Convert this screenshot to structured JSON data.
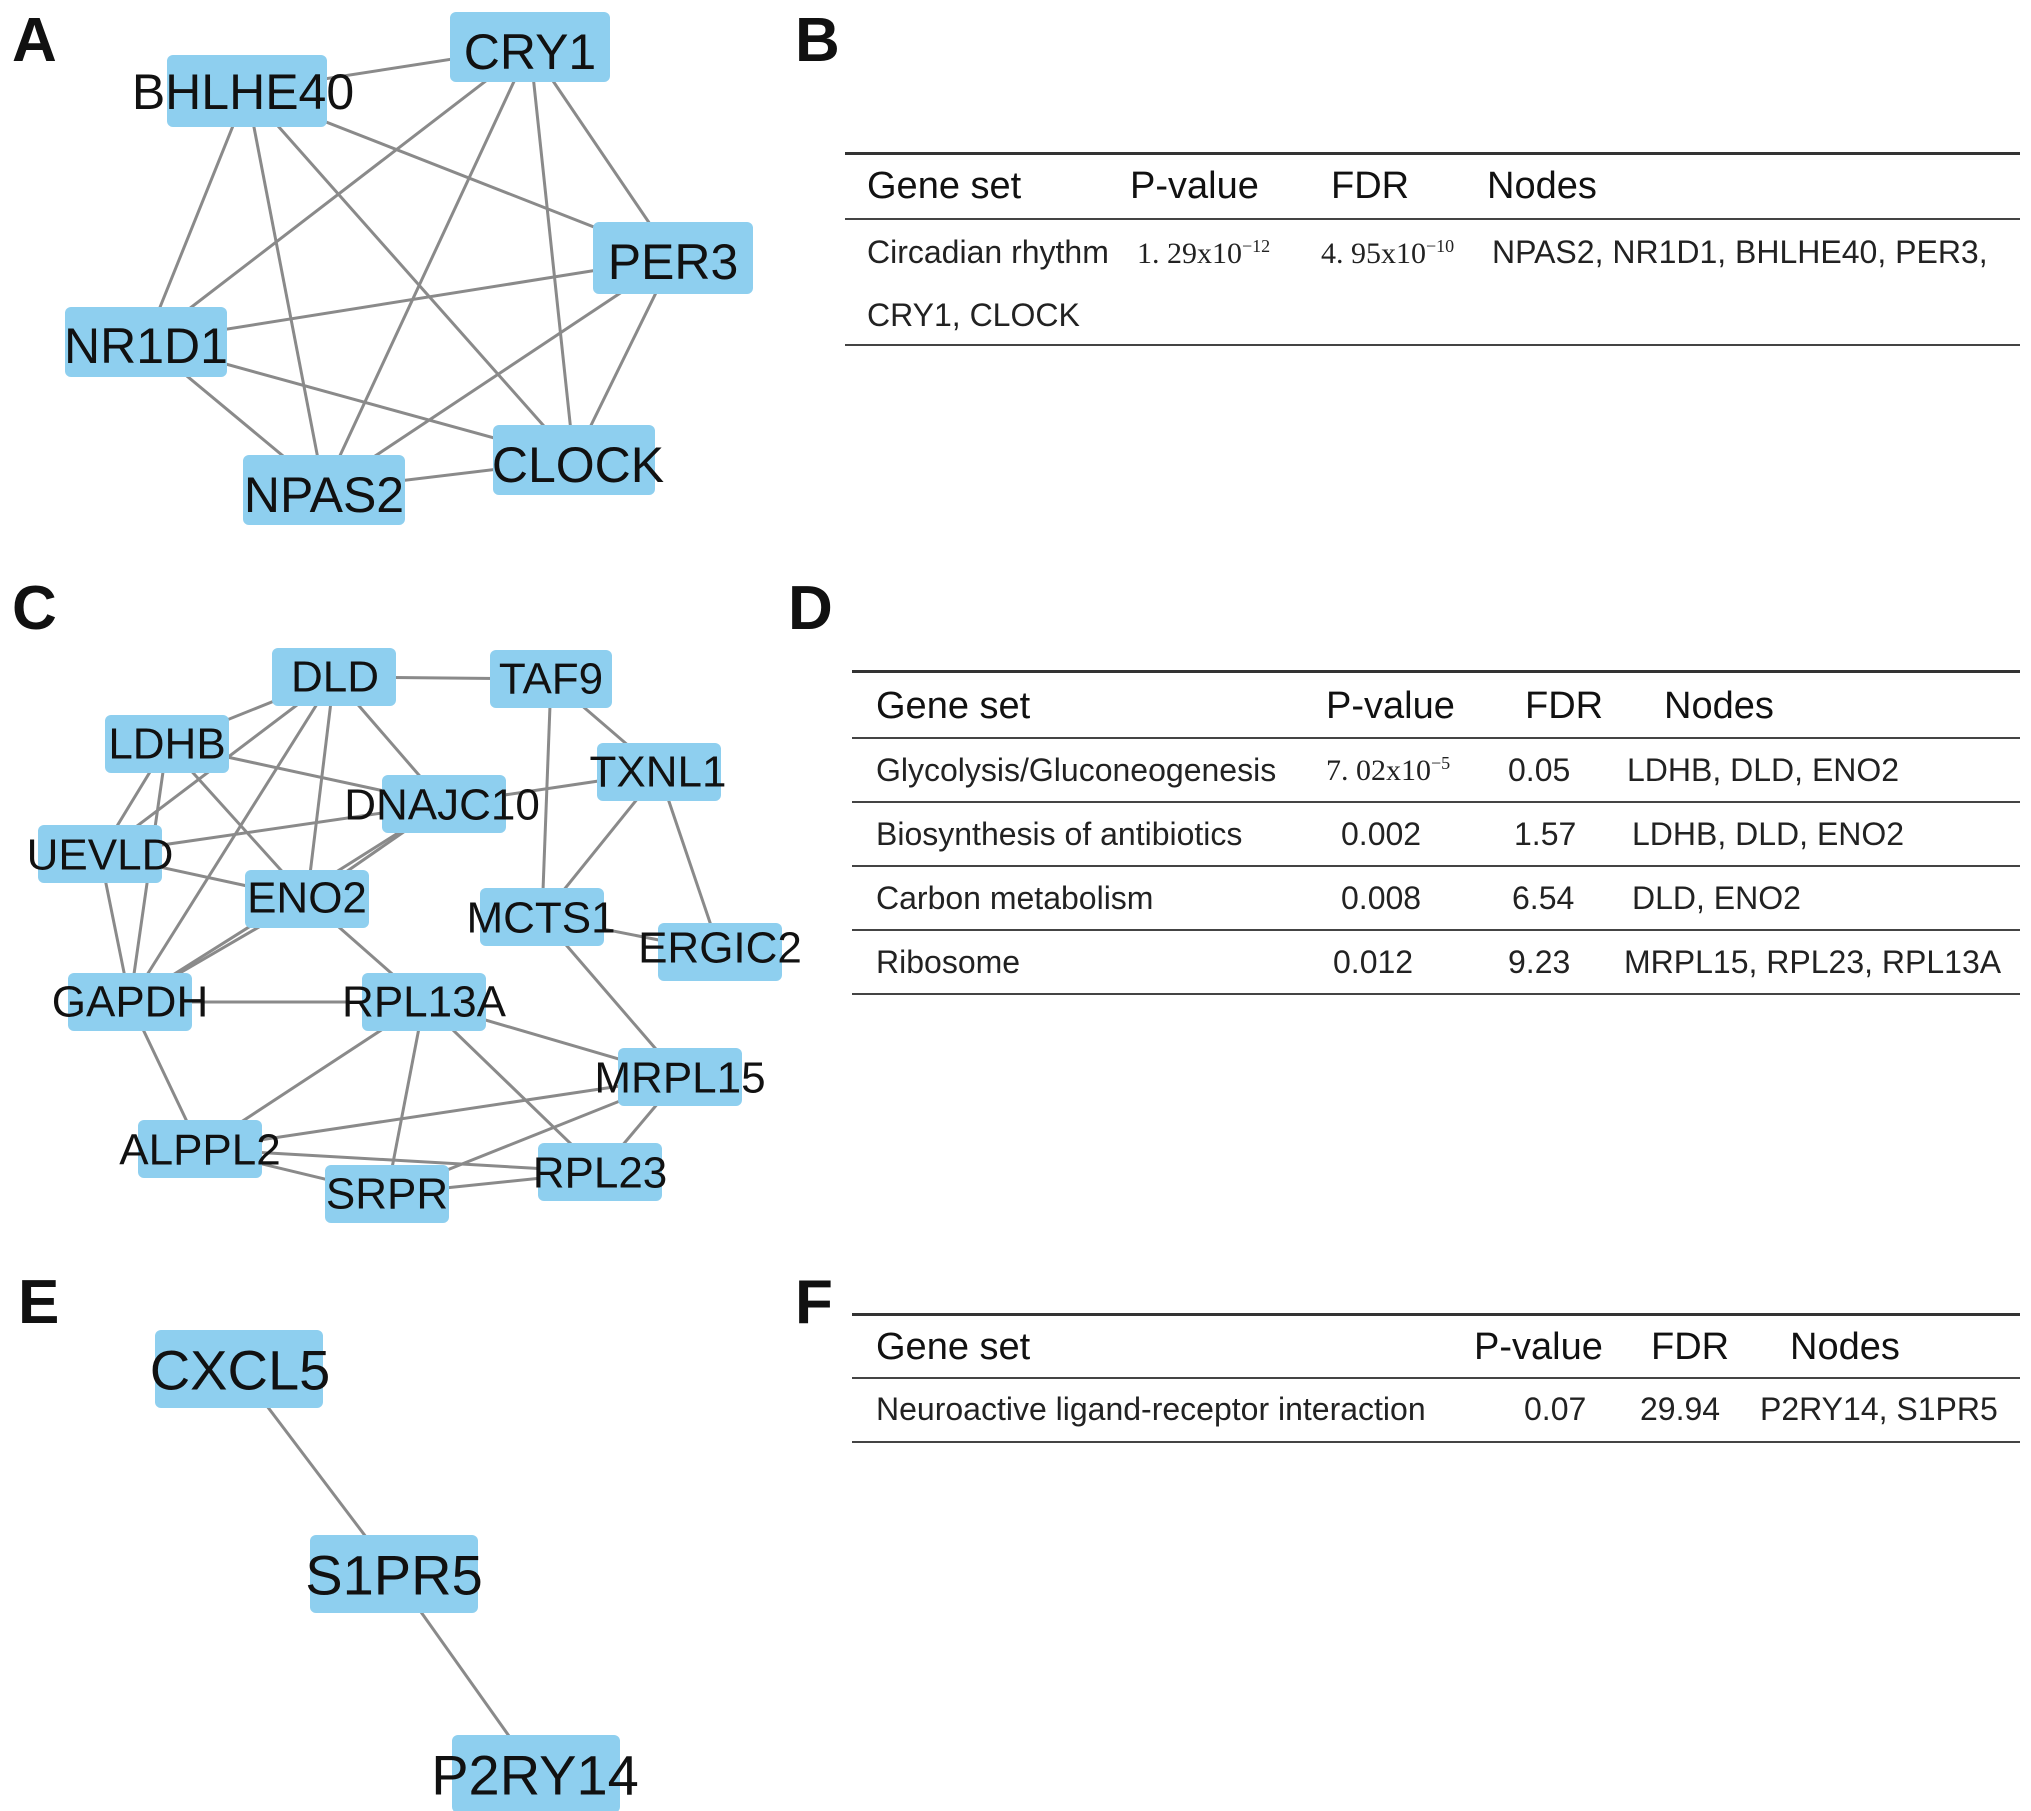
{
  "panels": {
    "A": "A",
    "B": "B",
    "C": "C",
    "D": "D",
    "E": "E",
    "F": "F"
  },
  "colors": {
    "node_fill": "#8ecfef",
    "edge": "#8a8a8a",
    "text": "#111111"
  },
  "network_a": {
    "nodes": [
      {
        "id": "BHLHE40",
        "label": "BHLHE40"
      },
      {
        "id": "CRY1",
        "label": "CRY1"
      },
      {
        "id": "PER3",
        "label": "PER3"
      },
      {
        "id": "NR1D1",
        "label": "NR1D1"
      },
      {
        "id": "CLOCK",
        "label": "CLOCK"
      },
      {
        "id": "NPAS2",
        "label": "NPAS2"
      }
    ],
    "edges": [
      [
        "BHLHE40",
        "CRY1"
      ],
      [
        "BHLHE40",
        "PER3"
      ],
      [
        "BHLHE40",
        "NR1D1"
      ],
      [
        "BHLHE40",
        "CLOCK"
      ],
      [
        "BHLHE40",
        "NPAS2"
      ],
      [
        "CRY1",
        "PER3"
      ],
      [
        "CRY1",
        "NR1D1"
      ],
      [
        "CRY1",
        "CLOCK"
      ],
      [
        "CRY1",
        "NPAS2"
      ],
      [
        "PER3",
        "NR1D1"
      ],
      [
        "PER3",
        "CLOCK"
      ],
      [
        "PER3",
        "NPAS2"
      ],
      [
        "NR1D1",
        "CLOCK"
      ],
      [
        "NR1D1",
        "NPAS2"
      ],
      [
        "CLOCK",
        "NPAS2"
      ]
    ]
  },
  "network_c": {
    "nodes": [
      {
        "id": "DLD",
        "label": "DLD"
      },
      {
        "id": "TAF9",
        "label": "TAF9"
      },
      {
        "id": "LDHB",
        "label": "LDHB"
      },
      {
        "id": "TXNL1",
        "label": "TXNL1"
      },
      {
        "id": "DNAJC10",
        "label": "DNAJC10"
      },
      {
        "id": "UEVLD",
        "label": "UEVLD"
      },
      {
        "id": "ENO2",
        "label": "ENO2"
      },
      {
        "id": "MCTS1",
        "label": "MCTS1"
      },
      {
        "id": "ERGIC2",
        "label": "ERGIC2"
      },
      {
        "id": "GAPDH",
        "label": "GAPDH"
      },
      {
        "id": "RPL13A",
        "label": "RPL13A"
      },
      {
        "id": "MRPL15",
        "label": "MRPL15"
      },
      {
        "id": "ALPPL2",
        "label": "ALPPL2"
      },
      {
        "id": "RPL23",
        "label": "RPL23"
      },
      {
        "id": "SRPR",
        "label": "SRPR"
      }
    ],
    "edges": [
      [
        "DLD",
        "TAF9"
      ],
      [
        "DLD",
        "LDHB"
      ],
      [
        "DLD",
        "DNAJC10"
      ],
      [
        "DLD",
        "UEVLD"
      ],
      [
        "DLD",
        "ENO2"
      ],
      [
        "DLD",
        "GAPDH"
      ],
      [
        "TAF9",
        "TXNL1"
      ],
      [
        "TAF9",
        "MCTS1"
      ],
      [
        "LDHB",
        "ENO2"
      ],
      [
        "LDHB",
        "DNAJC10"
      ],
      [
        "LDHB",
        "UEVLD"
      ],
      [
        "LDHB",
        "GAPDH"
      ],
      [
        "TXNL1",
        "DNAJC10"
      ],
      [
        "TXNL1",
        "MCTS1"
      ],
      [
        "TXNL1",
        "ERGIC2"
      ],
      [
        "DNAJC10",
        "UEVLD"
      ],
      [
        "DNAJC10",
        "ENO2"
      ],
      [
        "DNAJC10",
        "GAPDH"
      ],
      [
        "UEVLD",
        "ENO2"
      ],
      [
        "UEVLD",
        "GAPDH"
      ],
      [
        "ENO2",
        "GAPDH"
      ],
      [
        "MCTS1",
        "ERGIC2"
      ],
      [
        "MCTS1",
        "MRPL15"
      ],
      [
        "GAPDH",
        "RPL13A"
      ],
      [
        "GAPDH",
        "ALPPL2"
      ],
      [
        "RPL13A",
        "ENO2"
      ],
      [
        "RPL13A",
        "MRPL15"
      ],
      [
        "RPL13A",
        "ALPPL2"
      ],
      [
        "RPL13A",
        "SRPR"
      ],
      [
        "RPL13A",
        "RPL23"
      ],
      [
        "MRPL15",
        "ALPPL2"
      ],
      [
        "MRPL15",
        "SRPR"
      ],
      [
        "MRPL15",
        "RPL23"
      ],
      [
        "ALPPL2",
        "SRPR"
      ],
      [
        "ALPPL2",
        "RPL23"
      ],
      [
        "SRPR",
        "RPL23"
      ]
    ]
  },
  "network_e": {
    "nodes": [
      {
        "id": "CXCL5",
        "label": "CXCL5"
      },
      {
        "id": "S1PR5",
        "label": "S1PR5"
      },
      {
        "id": "P2RY14",
        "label": "P2RY14"
      }
    ],
    "edges": [
      [
        "CXCL5",
        "S1PR5"
      ],
      [
        "S1PR5",
        "P2RY14"
      ]
    ]
  },
  "table_b": {
    "headers": [
      "Gene set",
      "P-value",
      "FDR",
      "Nodes"
    ],
    "row": {
      "gene_set": "Circadian rhythm",
      "p_base": "1. 29x10",
      "p_exp": "−12",
      "fdr_base": "4. 95x10",
      "fdr_exp": "−10",
      "nodes_line1": "NPAS2, NR1D1, BHLHE40, PER3,",
      "nodes_line2": "CRY1, CLOCK"
    }
  },
  "table_d": {
    "headers": [
      "Gene set",
      "P-value",
      "FDR",
      "Nodes"
    ],
    "row1": {
      "gene_set": "Glycolysis/Gluconeogenesis",
      "p_base": "7. 02x10",
      "p_exp": "−5",
      "fdr": "0.05",
      "nodes": "LDHB, DLD, ENO2"
    },
    "row2": {
      "gene_set": "Biosynthesis of antibiotics",
      "p": "0.002",
      "fdr": "1.57",
      "nodes": "LDHB, DLD, ENO2"
    },
    "row3": {
      "gene_set": "Carbon metabolism",
      "p": "0.008",
      "fdr": "6.54",
      "nodes": "DLD, ENO2"
    },
    "row4": {
      "gene_set": "Ribosome",
      "p": "0.012",
      "fdr": "9.23",
      "nodes": "MRPL15, RPL23, RPL13A"
    }
  },
  "table_f": {
    "headers": [
      "Gene set",
      "P-value",
      "FDR",
      "Nodes"
    ],
    "row": {
      "gene_set": "Neuroactive ligand-receptor interaction",
      "p": "0.07",
      "fdr": "29.94",
      "nodes": "P2RY14, S1PR5"
    }
  }
}
